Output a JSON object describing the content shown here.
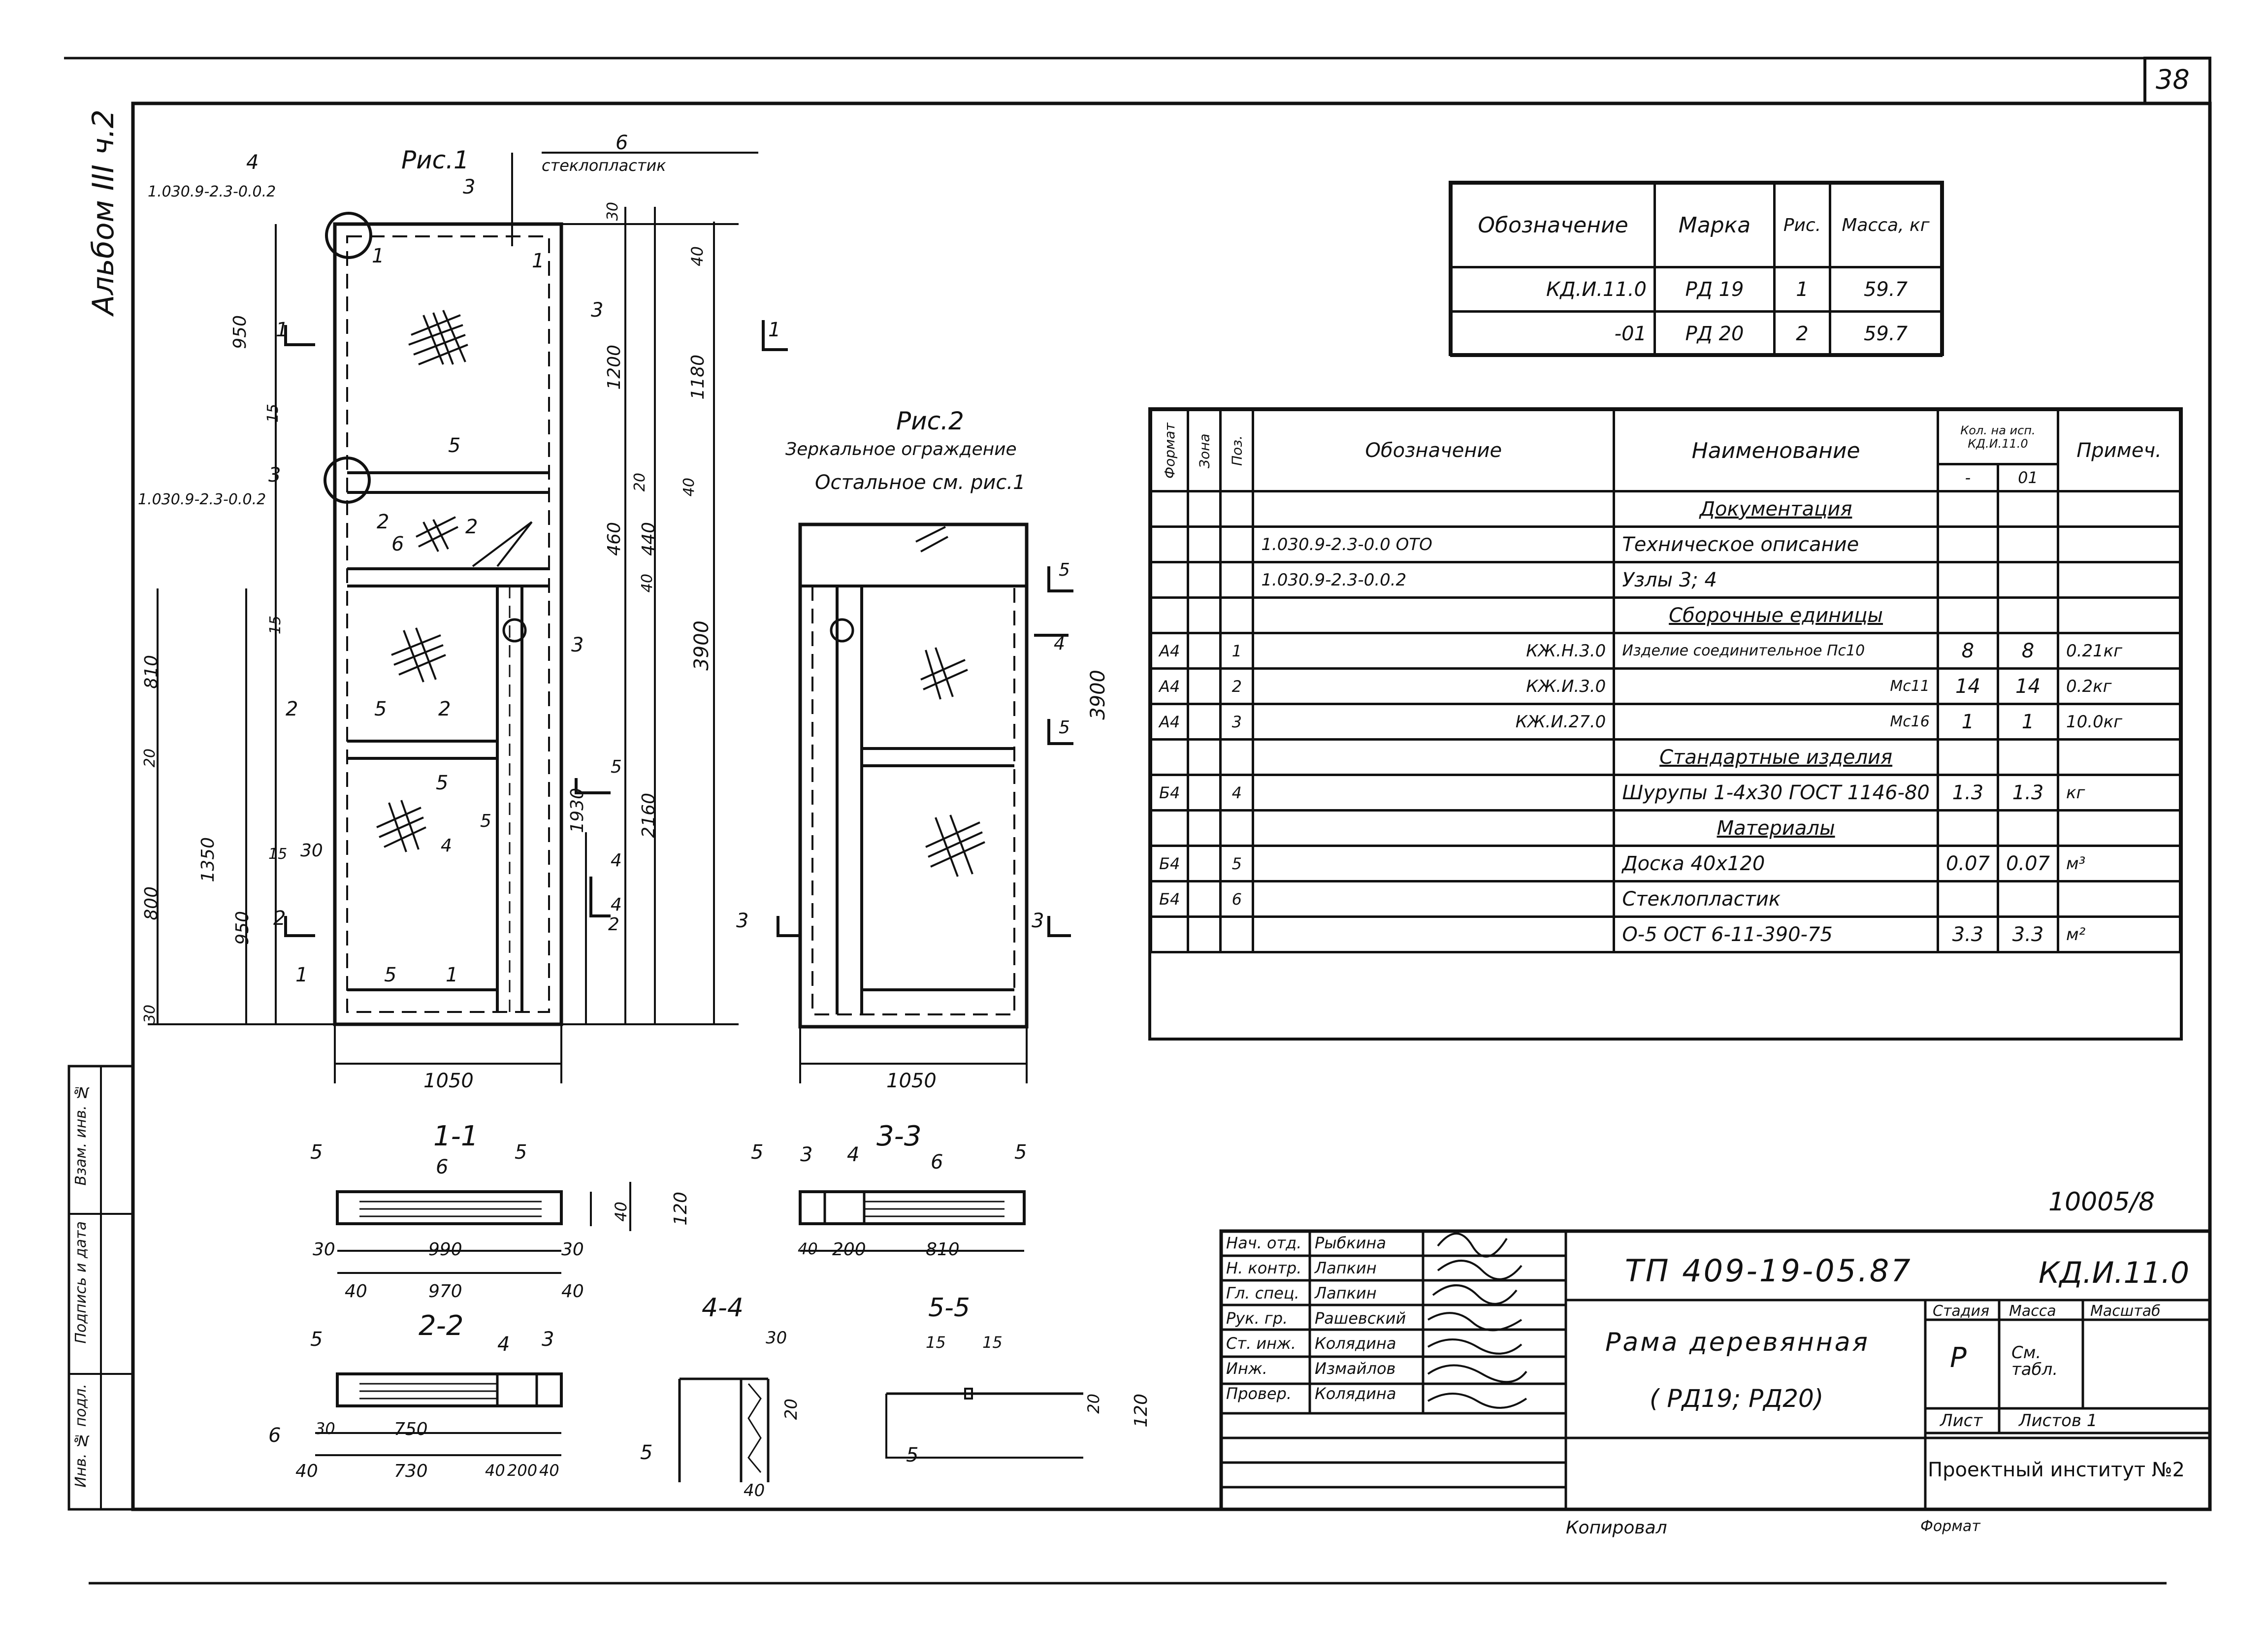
{
  "sheet_number": "38",
  "album_label": "Альбом III ч.2",
  "figure1": {
    "title": "Рис.1",
    "callout_material": "стеклопластик",
    "node_ref_top": "1.030.9-2.3-0.0.2",
    "node_ref_mid": "1.030.9-2.3-0.0.2",
    "node_top_no": "4",
    "node_mid_no": "3",
    "callouts": [
      "1",
      "2",
      "3",
      "5",
      "6"
    ],
    "dims_left": [
      "950",
      "15",
      "810",
      "20",
      "1350",
      "15",
      "950",
      "800",
      "30"
    ],
    "dims_right": [
      "30",
      "40",
      "1200",
      "1180",
      "20",
      "40",
      "460",
      "440",
      "40",
      "3900",
      "2160",
      "1930"
    ],
    "width": "1050",
    "section_marks": [
      "1",
      "2",
      "4",
      "5"
    ]
  },
  "figure2": {
    "title": "Рис.2",
    "subtitle_1": "Зеркальное ограждение",
    "subtitle_2": "Остальное см. рис.1",
    "height": "3900",
    "width": "1050",
    "section_marks": [
      "5",
      "4",
      "5",
      "3"
    ]
  },
  "sections": {
    "s11": {
      "title": "1-1",
      "dims": [
        "30",
        "990",
        "30",
        "40",
        "970",
        "40",
        "40",
        "120"
      ],
      "callouts": [
        "5",
        "6",
        "5"
      ]
    },
    "s33": {
      "title": "3-3",
      "dims": [
        "40",
        "200",
        "810"
      ],
      "callouts": [
        "5",
        "3",
        "4",
        "6",
        "5"
      ]
    },
    "s22": {
      "title": "2-2",
      "dims": [
        "30",
        "750",
        "40",
        "730",
        "40",
        "200",
        "40"
      ],
      "callouts": [
        "5",
        "4",
        "3",
        "6"
      ]
    },
    "s44": {
      "title": "4-4",
      "dims": [
        "30",
        "20",
        "40"
      ],
      "callouts": [
        "5"
      ]
    },
    "s55": {
      "title": "5-5",
      "dims": [
        "15",
        "15",
        "20",
        "120"
      ],
      "callouts": [
        "5"
      ]
    }
  },
  "marks_table": {
    "headers": [
      "Обозначение",
      "Марка",
      "Рис.",
      "Масса, кг"
    ],
    "rows": [
      [
        "КД.И.11.0",
        "РД 19",
        "1",
        "59.7"
      ],
      [
        "-01",
        "РД 20",
        "2",
        "59.7"
      ]
    ]
  },
  "spec": {
    "headers": {
      "format": "Формат",
      "zone": "Зона",
      "pos": "Поз.",
      "designation": "Обозначение",
      "name": "Наименование",
      "qty": "Кол. на исп. КД.И.11.0",
      "qty_a": "-",
      "qty_b": "01",
      "note": "Примеч."
    },
    "rows": [
      {
        "format": "",
        "pos": "",
        "des": "",
        "name": "Документация",
        "heading": true,
        "qa": "",
        "qb": "",
        "note": ""
      },
      {
        "format": "",
        "pos": "",
        "des": "1.030.9-2.3-0.0 ОТО",
        "name": "Техническое описание",
        "heading": false,
        "qa": "",
        "qb": "",
        "note": ""
      },
      {
        "format": "",
        "pos": "",
        "des": "1.030.9-2.3-0.0.2",
        "name": "Узлы 3; 4",
        "heading": false,
        "qa": "",
        "qb": "",
        "note": ""
      },
      {
        "format": "",
        "pos": "",
        "des": "",
        "name": "Сборочные единицы",
        "heading": true,
        "qa": "",
        "qb": "",
        "note": ""
      },
      {
        "format": "А4",
        "pos": "1",
        "des": "КЖ.Н.3.0",
        "name": "Изделие соединительное Пс10",
        "heading": false,
        "qa": "8",
        "qb": "8",
        "note": "0.21кг"
      },
      {
        "format": "А4",
        "pos": "2",
        "des": "КЖ.И.3.0",
        "name": "Мс11",
        "heading": false,
        "qa": "14",
        "qb": "14",
        "note": "0.2кг"
      },
      {
        "format": "А4",
        "pos": "3",
        "des": "КЖ.И.27.0",
        "name": "Мс16",
        "heading": false,
        "qa": "1",
        "qb": "1",
        "note": "10.0кг"
      },
      {
        "format": "",
        "pos": "",
        "des": "",
        "name": "Стандартные изделия",
        "heading": true,
        "qa": "",
        "qb": "",
        "note": ""
      },
      {
        "format": "Б4",
        "pos": "4",
        "des": "",
        "name": "Шурупы 1-4x30 ГОСТ 1146-80",
        "heading": false,
        "qa": "1.3",
        "qb": "1.3",
        "note": "кг"
      },
      {
        "format": "",
        "pos": "",
        "des": "",
        "name": "Материалы",
        "heading": true,
        "qa": "",
        "qb": "",
        "note": ""
      },
      {
        "format": "Б4",
        "pos": "5",
        "des": "",
        "name": "Доска 40x120",
        "heading": false,
        "qa": "0.07",
        "qb": "0.07",
        "note": "м³"
      },
      {
        "format": "Б4",
        "pos": "6",
        "des": "",
        "name": "Стеклопластик",
        "heading": false,
        "qa": "",
        "qb": "",
        "note": ""
      },
      {
        "format": "",
        "pos": "",
        "des": "",
        "name": "О-5 ОСТ 6-11-390-75",
        "heading": false,
        "qa": "3.3",
        "qb": "3.3",
        "note": "м²"
      }
    ]
  },
  "doc_code": "10005/8",
  "title_block": {
    "people": [
      [
        "Нач. отд.",
        "Рыбкина"
      ],
      [
        "Н. контр.",
        "Лапкин"
      ],
      [
        "Гл. спец.",
        "Лапкин"
      ],
      [
        "Рук. гр.",
        "Рашевский"
      ],
      [
        "Ст. инж.",
        "Колядина"
      ],
      [
        "Инж.",
        "Измайлов"
      ],
      [
        "Провер.",
        "Колядина"
      ]
    ],
    "project": "ТП 409-19-05.87",
    "designation": "КД.И.11.0",
    "name_line1": "Рама деревянная",
    "name_line2": "( РД19; РД20)",
    "stage_label": "Стадия",
    "mass_label": "Масса",
    "scale_label": "Масштаб",
    "stage": "Р",
    "mass": "См. табл.",
    "sheet_label": "Лист",
    "sheets_label": "Листов 1",
    "org": "Проектный институт №2"
  },
  "bottom_labels": {
    "copied": "Копировал",
    "format": "Формат"
  },
  "side_stamp": [
    "Взам. инв. №",
    "Подпись и дата",
    "Инв. № подл."
  ]
}
